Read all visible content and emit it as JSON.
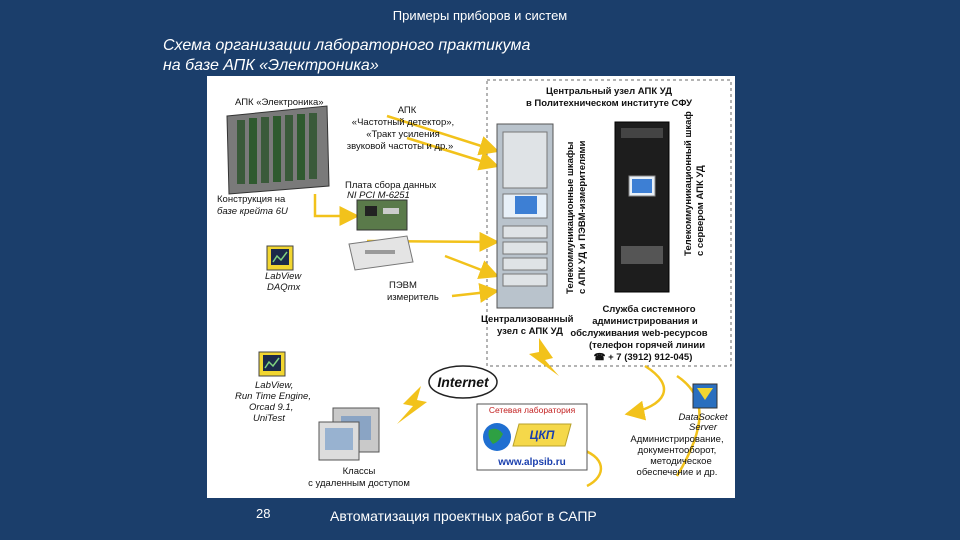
{
  "header": {
    "title": "Примеры приборов и систем"
  },
  "slide": {
    "title_line1": "Схема организации лабораторного практикума",
    "title_line2": "на базе АПК «Электроника»"
  },
  "diagram": {
    "apk_electronics": "АПК «Электроника»",
    "apk_detector_1": "АПК",
    "apk_detector_2": "«Частотный детектор»,",
    "apk_detector_3": "«Тракт усиления",
    "apk_detector_4": "звуковой частоты и др.»",
    "daq_board_1": "Плата сбора данных",
    "daq_board_2": "NI PCI M-6251",
    "construction_1": "Конструкция на",
    "construction_2": "базе крейта 6U",
    "labview_daqmx_1": "LabView",
    "labview_daqmx_2": "DAQmx",
    "pc_meter_1": "ПЭВМ",
    "pc_meter_2": "измеритель",
    "central_node_1": "Центральный узел АПК УД",
    "central_node_2": "в Политехническом институте СФУ",
    "telecom_cabinets_1": "Телекоммуникационные шкафы",
    "telecom_cabinets_2": "с АПК УД и ПЭВМ-измерителями",
    "telecom_server_1": "Телекоммуникационный шкаф",
    "telecom_server_2": "с сервером АПК УД",
    "centralized_node_1": "Централизованный",
    "centralized_node_2": "узел с АПК УД",
    "admin_service_1": "Служба системного",
    "admin_service_2": "администрирования и",
    "admin_service_3": "обслуживания web-ресурсов",
    "admin_service_4": "(телефон горячей линии",
    "admin_service_5": "☎ + 7 (3912) 912-045)",
    "internet": "Internet",
    "labview_runtime_1": "LabView,",
    "labview_runtime_2": "Run Time Engine,",
    "labview_runtime_3": "Orcad 9.1,",
    "labview_runtime_4": "UniTest",
    "classes_1": "Классы",
    "classes_2": "с удаленным доступом",
    "network_lab_1": "Сетевая лаборатория",
    "network_lab_logo": "ЦКП",
    "network_lab_url": "www.alpsib.ru",
    "datasocket_1": "DataSocket",
    "datasocket_2": "Server",
    "administration_1": "Администрирование,",
    "administration_2": "документооборот,",
    "administration_3": "методическое",
    "administration_4": "обеспечение и др."
  },
  "footer": {
    "page_number": "28",
    "text": "Автоматизация проектных работ в САПР"
  },
  "colors": {
    "background": "#1b3e6b",
    "diagram_bg": "#ffffff",
    "connector": "#f2c21b",
    "link": "#1a3fae"
  }
}
